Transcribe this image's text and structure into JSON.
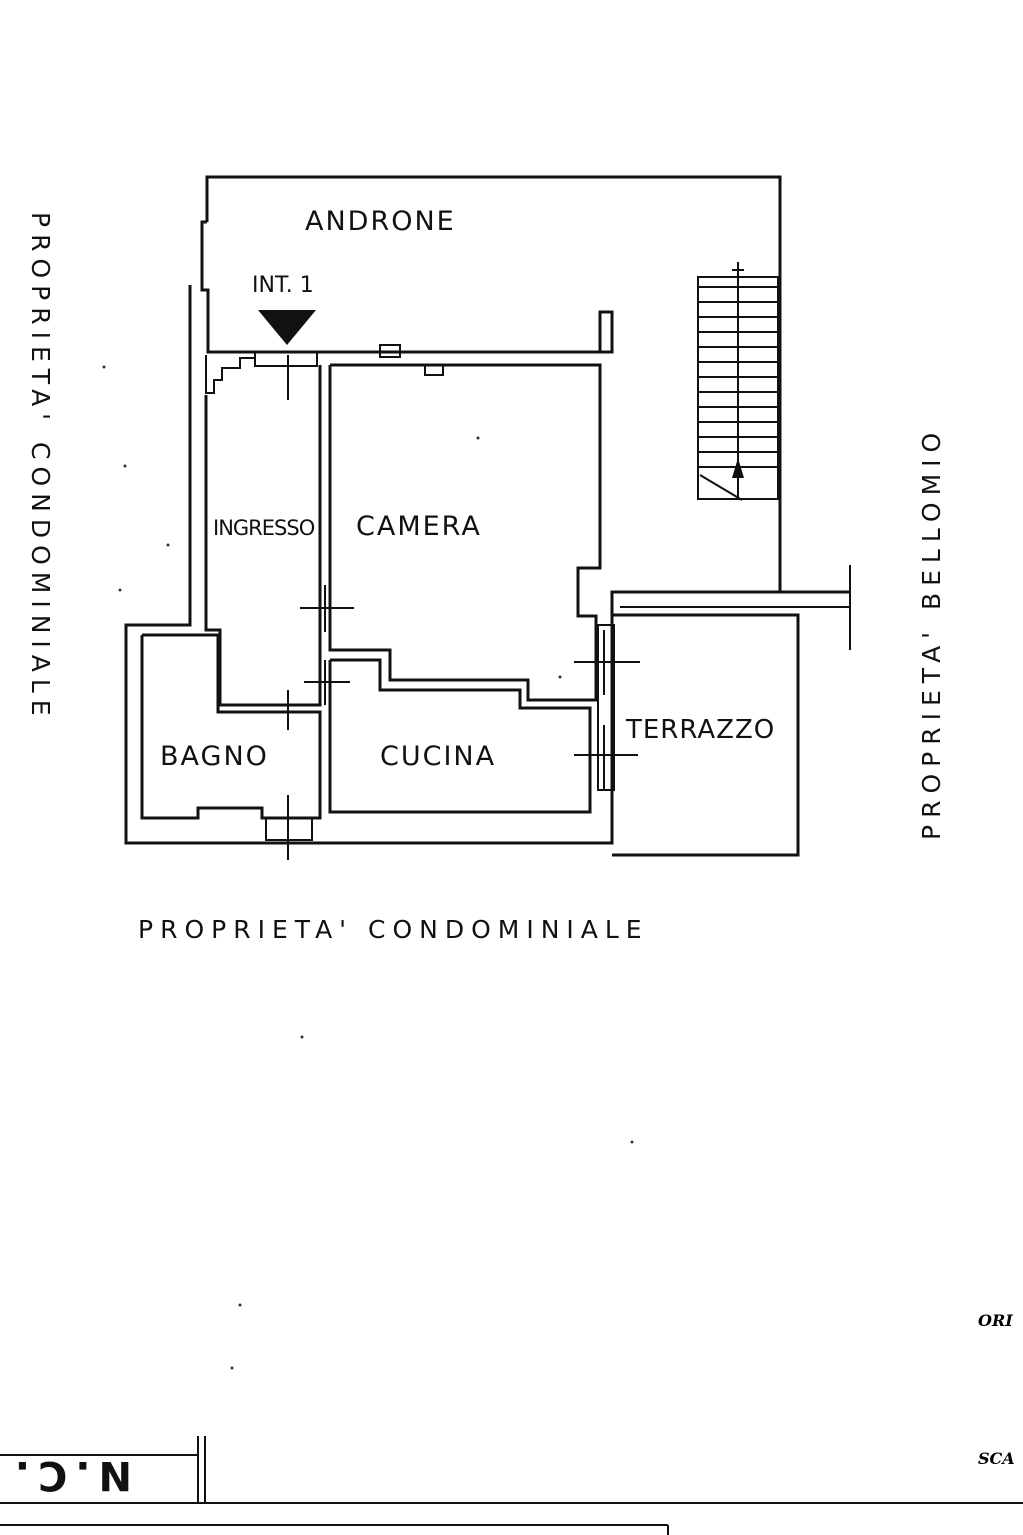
{
  "labels": {
    "androne": "ANDRONE",
    "entrance_marker": "INT. 1",
    "ingresso": "INGRESSO",
    "camera": "CAMERA",
    "bagno": "BAGNO",
    "cucina": "CUCINA",
    "terrazzo": "TERRAZZO",
    "left_owner": "PROPRIETA' CONDOMINIALE",
    "bottom_owner": "PROPRIETA' CONDOMINIALE",
    "right_owner": "PROPRIETA' BELLOMIO",
    "corner_right_top": "ORI",
    "corner_right_bottom": "SCA",
    "cadastral_box": "N.C."
  }
}
